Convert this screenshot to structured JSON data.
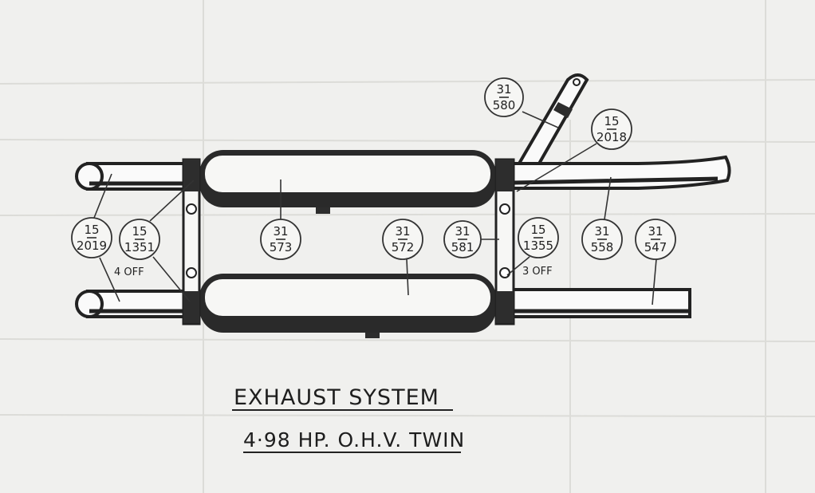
{
  "diagram": {
    "title": "EXHAUST SYSTEM",
    "subtitle": "4·98 HP. O.H.V. TWIN",
    "callouts": [
      {
        "top": "15",
        "bottom": "2019"
      },
      {
        "top": "15",
        "bottom": "1351",
        "note": "4 OFF"
      },
      {
        "top": "31",
        "bottom": "573"
      },
      {
        "top": "31",
        "bottom": "572"
      },
      {
        "top": "31",
        "bottom": "581"
      },
      {
        "top": "15",
        "bottom": "1355",
        "note": "3 OFF"
      },
      {
        "top": "31",
        "bottom": "558"
      },
      {
        "top": "31",
        "bottom": "547"
      },
      {
        "top": "31",
        "bottom": "580"
      },
      {
        "top": "15",
        "bottom": "2018"
      }
    ]
  }
}
